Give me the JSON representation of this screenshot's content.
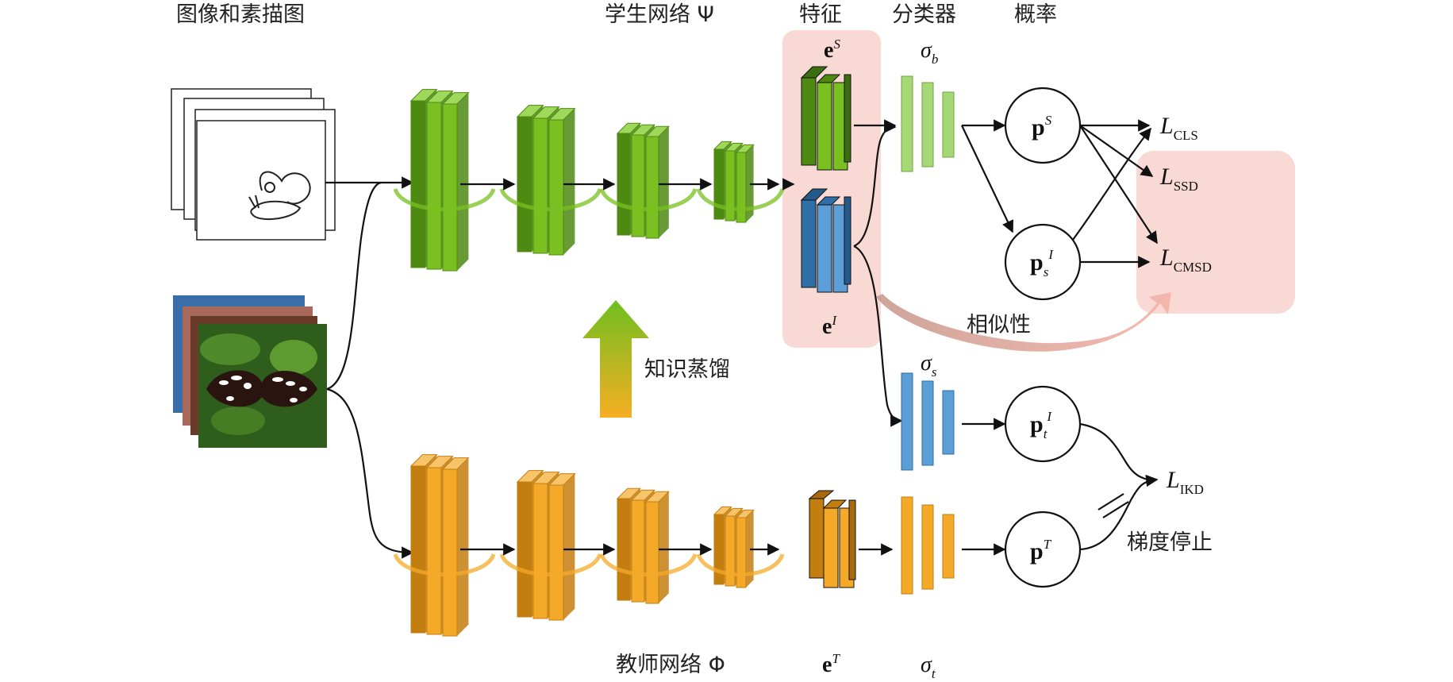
{
  "headers": {
    "input": "图像和素描图",
    "student": "学生网络 Ψ",
    "feature": "特征",
    "classifier": "分类器",
    "probability": "概率"
  },
  "teacher_label": "教师网络 Φ",
  "distill_label": "知识蒸馏",
  "similarity_label": "相似性",
  "stop_grad_label": "梯度停止",
  "features": {
    "eS": {
      "base": "e",
      "sup": "S"
    },
    "eI": {
      "base": "e",
      "sup": "I"
    },
    "eT": {
      "base": "e",
      "sup": "T"
    }
  },
  "classifiers": {
    "sb": {
      "base": "σ",
      "sub": "b"
    },
    "ss": {
      "base": "σ",
      "sub": "s"
    },
    "st": {
      "base": "σ",
      "sub": "t"
    }
  },
  "probabilities": {
    "pS": {
      "base": "p",
      "sup": "S"
    },
    "psI": {
      "base": "p",
      "sub": "s",
      "sup": "I"
    },
    "ptI": {
      "base": "p",
      "sub": "t",
      "sup": "I"
    },
    "pT": {
      "base": "p",
      "sup": "T"
    }
  },
  "losses": {
    "cls": {
      "base": "L",
      "sub": "CLS"
    },
    "ssd": {
      "base": "L",
      "sub": "SSD"
    },
    "cmsd": {
      "base": "L",
      "sub": "CMSD"
    },
    "ikd": {
      "base": "L",
      "sub": "IKD"
    }
  },
  "colors": {
    "student_green": "#79c020",
    "student_green_dark": "#4e8a12",
    "teacher_orange": "#f4a928",
    "teacher_orange_dark": "#c47e10",
    "image_blue": "#5b9fd6",
    "highlight_pink": "#f9d9d4",
    "line": "#111111"
  },
  "icons": [
    "sketch-butterfly-icon",
    "photo-butterfly-icon"
  ]
}
